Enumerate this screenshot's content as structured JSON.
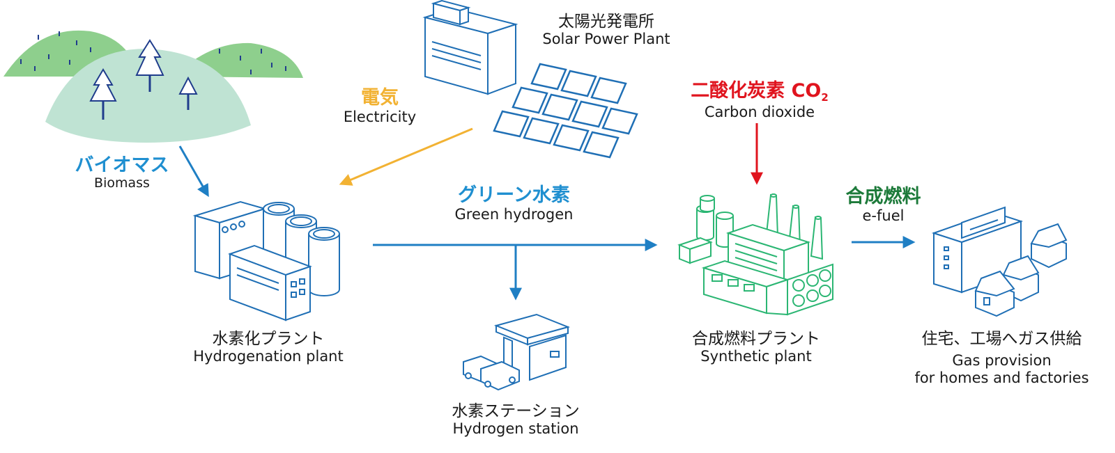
{
  "colors": {
    "outline_blue": "#1f6fb5",
    "arrow_blue": "#1f7fc4",
    "electricity_orange": "#f2b233",
    "co2_red": "#e0141e",
    "efuel_green": "#1d7a3a",
    "plant_green": "#2bb673",
    "hill_dark": "#8ecf8d",
    "hill_light": "#bfe3d3"
  },
  "solar": {
    "jp": "太陽光発電所",
    "en": "Solar Power Plant",
    "icon": "solar-power-plant-icon"
  },
  "electricity": {
    "jp": "電気",
    "en": "Electricity"
  },
  "co2": {
    "jp": "二酸化炭素 CO",
    "sub": "2",
    "en": "Carbon dioxide"
  },
  "biomass": {
    "jp": "バイオマス",
    "en": "Biomass",
    "icon": "forest-hills-icon"
  },
  "green_hydrogen": {
    "jp": "グリーン水素",
    "en": "Green hydrogen"
  },
  "efuel": {
    "jp": "合成燃料",
    "en": "e-fuel"
  },
  "hydrogenation": {
    "jp": "水素化プラント",
    "en": "Hydrogenation plant",
    "icon": "hydrogenation-plant-icon"
  },
  "synthetic": {
    "jp": "合成燃料プラント",
    "en": "Synthetic plant",
    "icon": "synthetic-plant-icon"
  },
  "station": {
    "jp": "水素ステーション",
    "en": "Hydrogen station",
    "icon": "hydrogen-station-icon"
  },
  "supply": {
    "jp": "住宅、工場へガス供給",
    "en_line1": "Gas provision",
    "en_line2": "for homes and factories",
    "icon": "homes-factory-icon"
  }
}
